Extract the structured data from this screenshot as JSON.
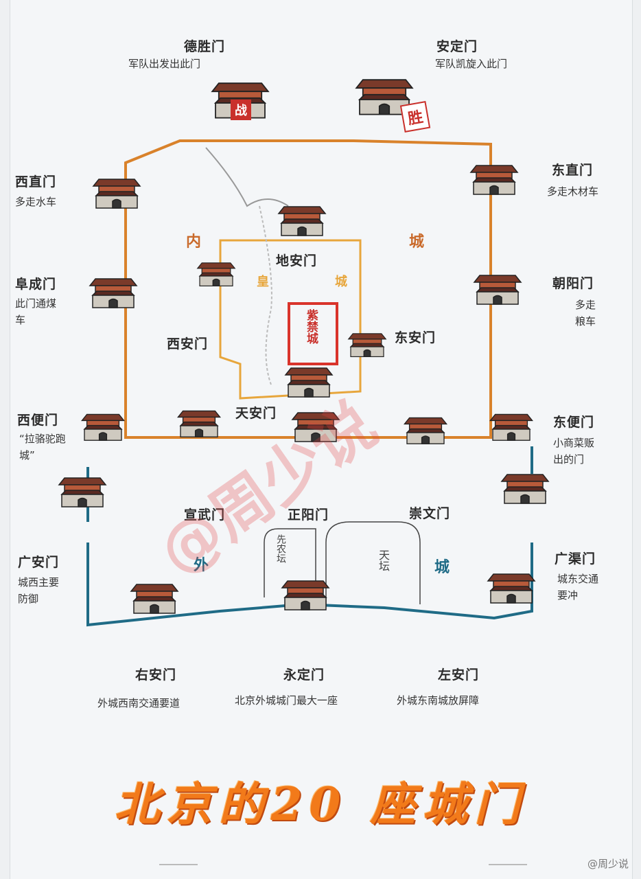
{
  "title": "北京的20 座城门",
  "zones": {
    "inner_a": "内",
    "inner_b": "城",
    "royal_a": "皇",
    "royal_b": "城",
    "forbidden": "紫禁城",
    "outer_a": "外",
    "outer_b": "城",
    "xiannong": "先农坛",
    "tiantan": "天坛"
  },
  "gates": {
    "desheng": {
      "name": "德胜门",
      "desc": "军队出发出此门"
    },
    "anding": {
      "name": "安定门",
      "desc": "军队凯旋入此门"
    },
    "xizhi": {
      "name": "西直门",
      "desc": "多走水车"
    },
    "dongzhi": {
      "name": "东直门",
      "desc": "多走木材车"
    },
    "fucheng": {
      "name": "阜成门",
      "desc": "此门通煤车"
    },
    "chaoyang": {
      "name": "朝阳门",
      "desc": "多走粮车"
    },
    "dian": {
      "name": "地安门"
    },
    "xian": {
      "name": "西安门"
    },
    "dongan": {
      "name": "东安门"
    },
    "tianan": {
      "name": "天安门"
    },
    "xibian": {
      "name": "西便门",
      "desc": "“拉骆驼跑城”"
    },
    "dongbian": {
      "name": "东便门",
      "desc": "小商菜贩出的门"
    },
    "xuanwu": {
      "name": "宣武门"
    },
    "zhengyang": {
      "name": "正阳门"
    },
    "chongwen": {
      "name": "崇文门"
    },
    "guangan": {
      "name": "广安门",
      "desc": "城西主要防御"
    },
    "guangqu": {
      "name": "广渠门",
      "desc": "城东交通要冲"
    },
    "youan": {
      "name": "右安门",
      "desc": "外城西南交通要道"
    },
    "yongding": {
      "name": "永定门",
      "desc": "北京外城城门最大一座"
    },
    "zuoan": {
      "name": "左安门",
      "desc": "外城东南城放屏障"
    }
  },
  "banners": {
    "war": "战",
    "victory": "胜"
  },
  "watermark": "@周少说",
  "credit": "@周少说",
  "colors": {
    "inner_wall": "#d9822b",
    "outer_wall": "#1f6b86",
    "royal_wall": "#e7a63c",
    "forbidden_wall": "#d9342b",
    "title": "#f27a1a"
  }
}
